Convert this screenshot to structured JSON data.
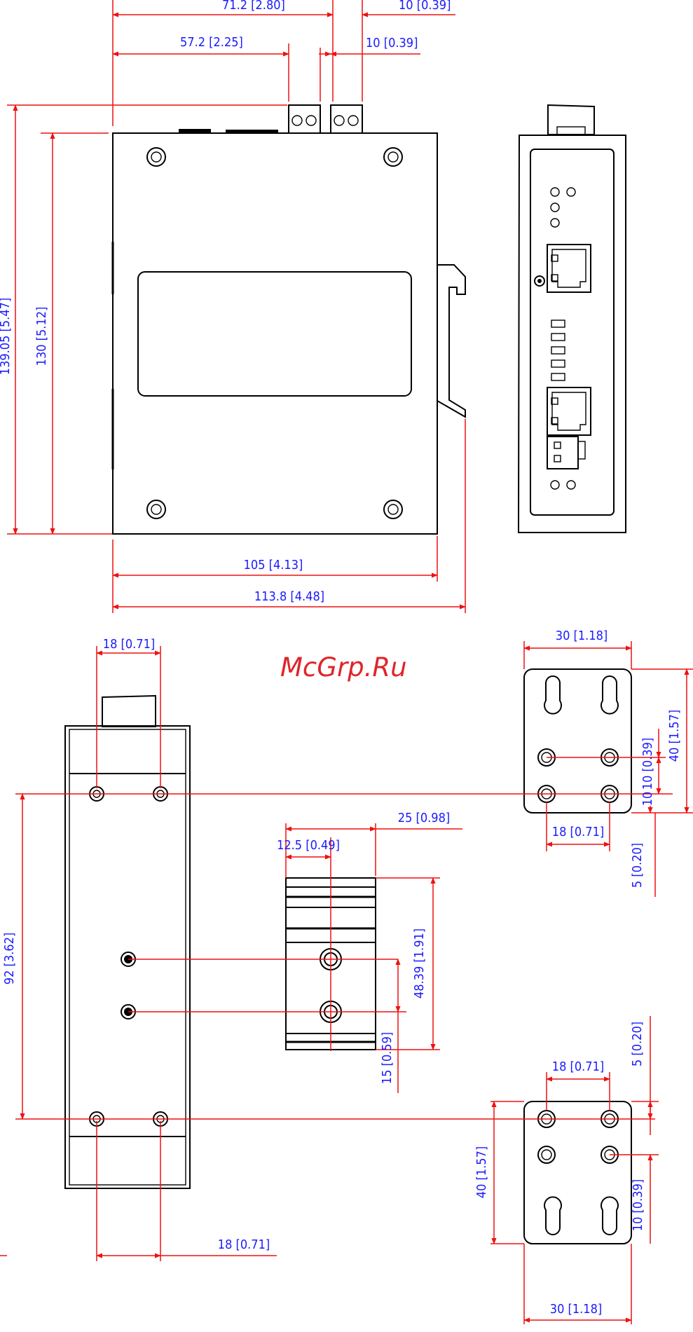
{
  "watermark": "McGrp.Ru",
  "dimensions": {
    "top_width_712": "71.2 [2.80]",
    "top_width_572": "57.2 [2.25]",
    "top_term_10_a": "10 [0.39]",
    "top_term_10_b": "10 [0.39]",
    "height_13905": "139.05 [5.47]",
    "height_130": "130 [5.12]",
    "width_105": "105 [4.13]",
    "width_1138": "113.8 [4.48]",
    "back_18_top": "18 [0.71]",
    "back_92": "92 [3.62]",
    "back_18_bottom": "18 [0.71]",
    "din_25": "25 [0.98]",
    "din_125": "12.5 [0.49]",
    "din_4839": "48.39 [1.91]",
    "din_15": "15 [0.59]",
    "plate_top_30": "30 [1.18]",
    "plate_top_40": "40 [1.57]",
    "plate_top_10": "10 [0.39]",
    "plate_top_10b": "10",
    "plate_top_18": "18 [0.71]",
    "plate_top_5": "5 [0.20]",
    "plate_bot_5": "5 [0.20]",
    "plate_bot_18": "18 [0.71]",
    "plate_bot_40": "40 [1.57]",
    "plate_bot_10": "10 [0.39]",
    "plate_bot_30": "30 [1.18]"
  },
  "colors": {
    "dimension_line": "#ee1111",
    "dimension_text": "#1a1aff",
    "outline": "#000000",
    "watermark": "#e0242a"
  }
}
